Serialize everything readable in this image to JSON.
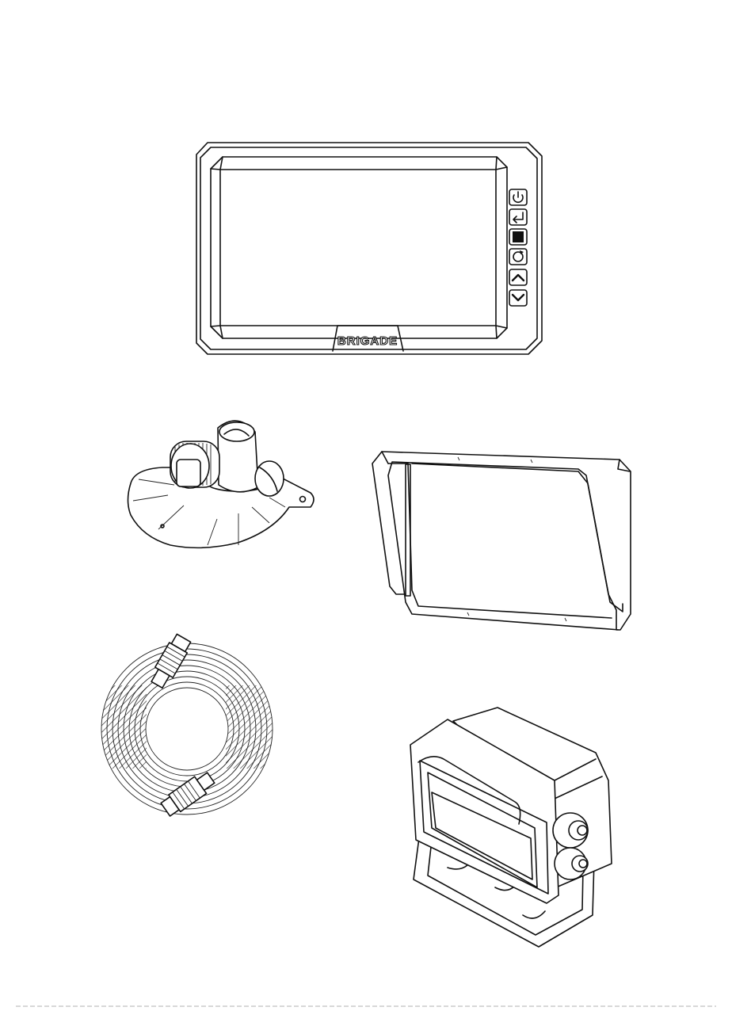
{
  "monitor": {
    "brand_label": "BRIGADE",
    "buttons": [
      {
        "name": "power-icon"
      },
      {
        "name": "enter-icon"
      },
      {
        "name": "menu-square-icon"
      },
      {
        "name": "rotate-icon"
      },
      {
        "name": "chevron-up-icon"
      },
      {
        "name": "chevron-down-icon"
      }
    ]
  },
  "components": [
    {
      "name": "monitor-mount-bracket"
    },
    {
      "name": "monitor-sun-shade"
    },
    {
      "name": "extension-cable-coil"
    },
    {
      "name": "rear-view-camera"
    }
  ]
}
